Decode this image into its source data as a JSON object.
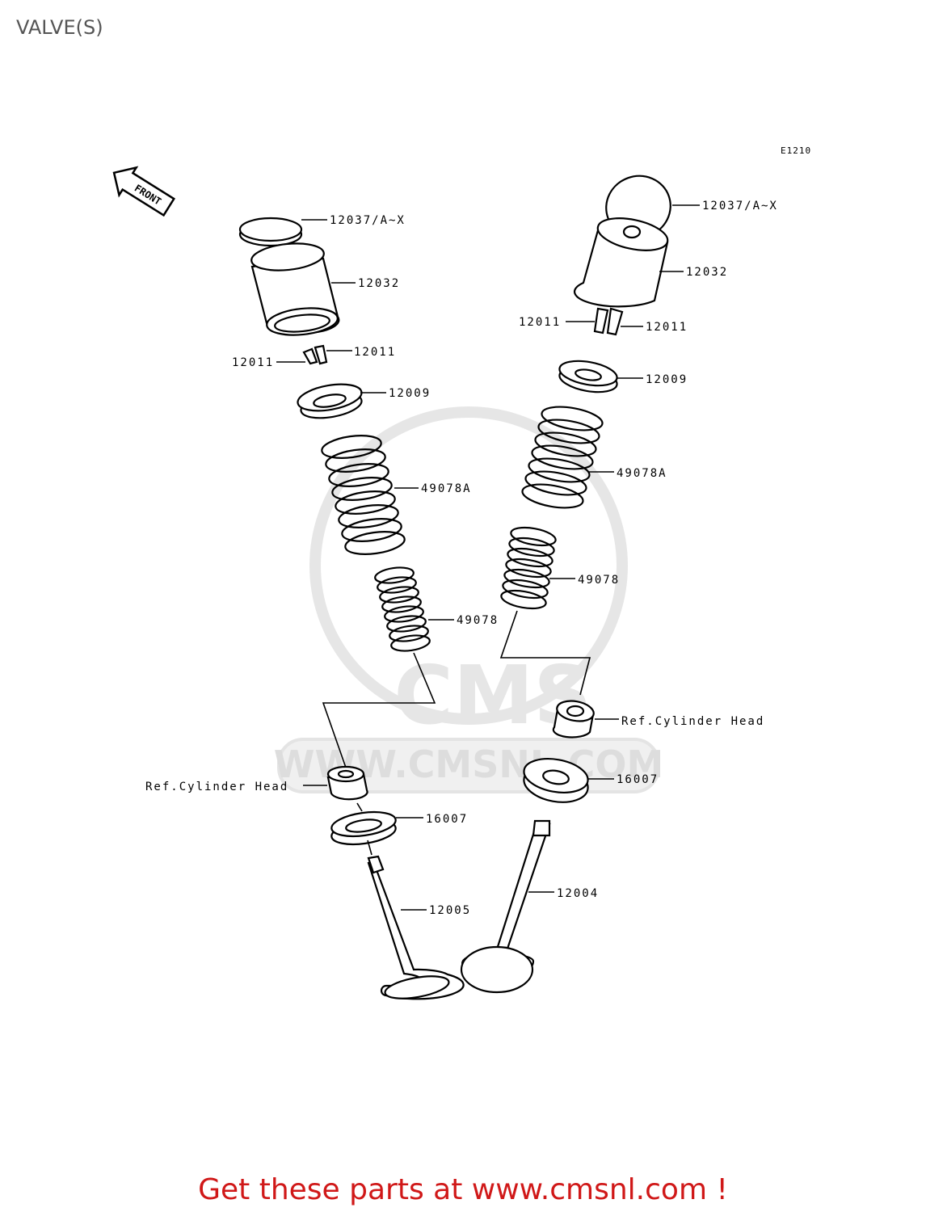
{
  "page": {
    "title": "VALVE(S)"
  },
  "diagram": {
    "code": "E1210",
    "front_label": "FRONT",
    "watermark_url": "WWW.CMSNL.COM",
    "watermark_brand": "CMS",
    "left_labels": {
      "shim": "12037/A~X",
      "lifter": "12032",
      "cotter_left": "12011",
      "cotter_right": "12011",
      "retainer": "12009",
      "outer_spring": "49078A",
      "inner_spring": "49078",
      "ref_head": "Ref.Cylinder Head",
      "seal": "16007",
      "valve": "12005"
    },
    "right_labels": {
      "shim": "12037/A~X",
      "lifter": "12032",
      "cotter_left": "12011",
      "cotter_right": "12011",
      "retainer": "12009",
      "outer_spring": "49078A",
      "inner_spring": "49078",
      "ref_head": "Ref.Cylinder Head",
      "seal": "16007",
      "valve": "12004"
    }
  },
  "footer": {
    "cta": "Get these parts at www.cmsnl.com !"
  }
}
